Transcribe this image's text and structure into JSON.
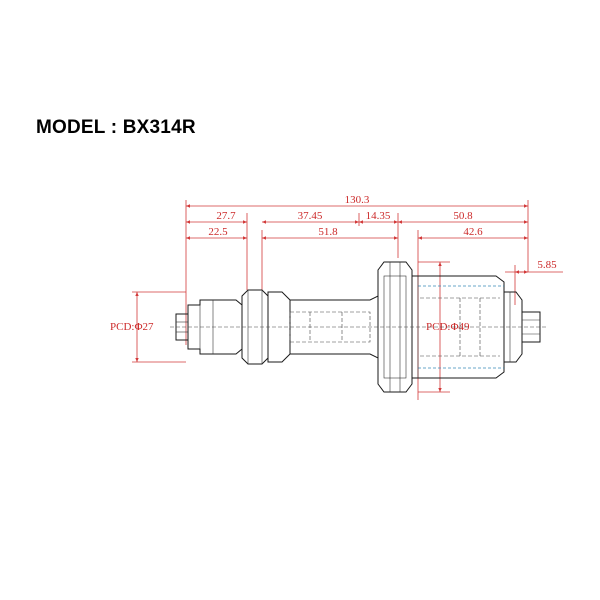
{
  "title": "MODEL : BX314R",
  "dimensions": {
    "overall": "130.3",
    "d_27_7": "27.7",
    "d_37_45": "37.45",
    "d_14_35": "14.35",
    "d_50_8": "50.8",
    "d_22_5": "22.5",
    "d_51_8": "51.8",
    "d_42_6": "42.6",
    "d_5_85": "5.85",
    "pcd_left": "PCD:Φ27",
    "pcd_right": "PCD:Φ49"
  },
  "colors": {
    "dimension": "#d23a3a",
    "part": "#1a1a1a",
    "hidden": "#3a8ab8"
  }
}
